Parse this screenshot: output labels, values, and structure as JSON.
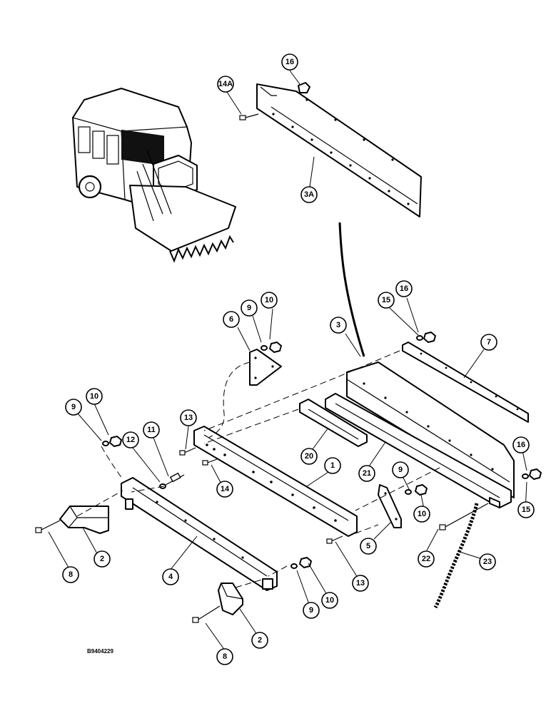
{
  "figure_code": "B9404229",
  "callouts": [
    "16",
    "14A",
    "3A",
    "16",
    "15",
    "3",
    "7",
    "10",
    "9",
    "6",
    "10",
    "9",
    "13",
    "11",
    "12",
    "14",
    "20",
    "1",
    "21",
    "9",
    "10",
    "16",
    "15",
    "2",
    "8",
    "5",
    "22",
    "23",
    "13",
    "4",
    "9",
    "10",
    "2",
    "8"
  ]
}
